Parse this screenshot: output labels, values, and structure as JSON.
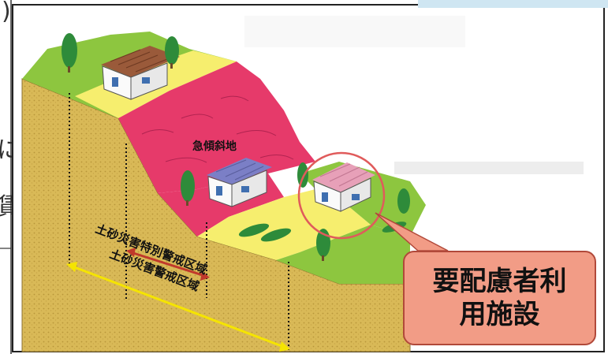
{
  "labels": {
    "slope": "急傾斜地",
    "special_zone": "土砂災害特別警戒区域",
    "zone": "土砂災害警戒区域",
    "facility_line1": "要配慮者利",
    "facility_line2": "用施設"
  },
  "edge_fragments": {
    "left_top": ")",
    "left_mid_1": "に",
    "left_mid_2": "賃"
  },
  "colors": {
    "grass": "#8dc63f",
    "yellow_zone": "#f6ee6e",
    "red_zone": "#e63a6a",
    "soil": "#d9b957",
    "soil_dark": "#b8963a",
    "callout_fill": "#f29c86",
    "callout_border": "#b1493a",
    "circle": "#e05b5b",
    "arrow_red": "#c0392b",
    "arrow_yellow": "#f5e400",
    "roof_brown": "#9a5a3a",
    "roof_blue": "#7b7fc6",
    "roof_pink": "#e7a0b8",
    "tree": "#2e8b3a",
    "frame": "#222222"
  }
}
